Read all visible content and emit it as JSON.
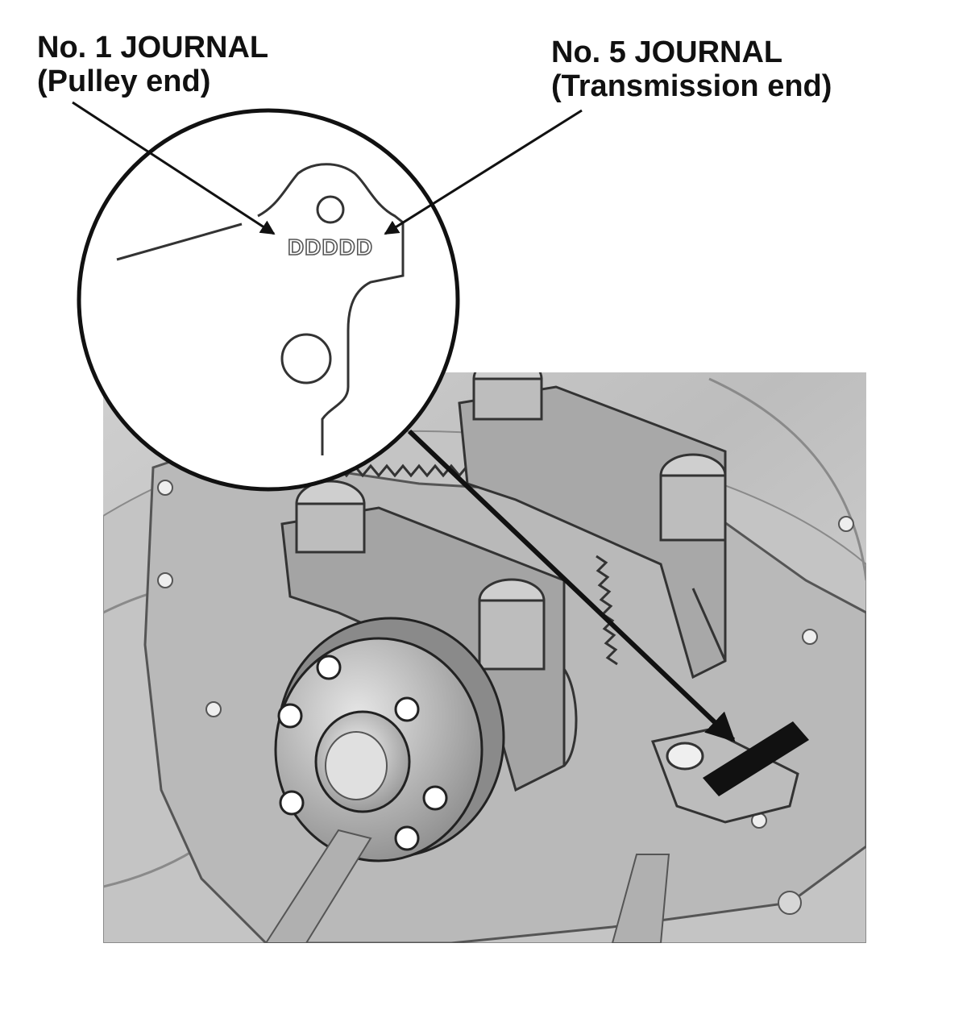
{
  "labels": {
    "journal_1": {
      "line1": "No. 1 JOURNAL",
      "line2": "(Pulley end)"
    },
    "journal_5": {
      "line1": "No. 5 JOURNAL",
      "line2": "(Transmission end)"
    }
  },
  "marks_text": "DDDDD",
  "colors": {
    "ink": "#111111",
    "background": "#ffffff",
    "metal_light": "#d9d9d9",
    "metal_mid": "#a9a9a9",
    "metal_dark": "#6e6e6e",
    "marking_plate": "#111111"
  }
}
